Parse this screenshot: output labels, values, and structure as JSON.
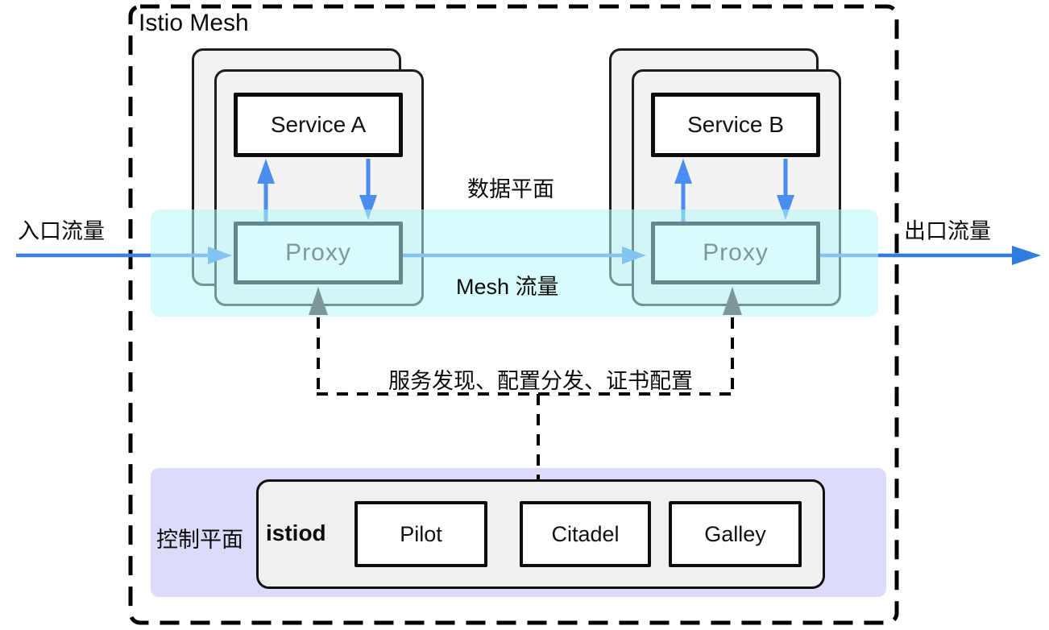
{
  "diagram_title": "Istio Mesh",
  "labels": {
    "ingress": "入口流量",
    "egress": "出口流量",
    "data_plane": "数据平面",
    "mesh_traffic": "Mesh 流量",
    "control_plane": "控制平面",
    "control_functions": "服务发现、配置分发、证书配置"
  },
  "pods": [
    {
      "service": "Service A",
      "proxy": "Proxy"
    },
    {
      "service": "Service B",
      "proxy": "Proxy"
    }
  ],
  "control_plane": {
    "istiod": "istiod",
    "components": [
      "Pilot",
      "Citadel",
      "Galley"
    ]
  },
  "colors": {
    "traffic_blue": "#3b7ee6",
    "traffic_blue_out": "#2f7de1",
    "traffic_blue_light": "#85c4f2",
    "service_arrow_blue": "#4b8ef0",
    "control_arrow_gray": "#7d969b",
    "proxy_border": "#64878e",
    "proxy_text": "#7e979e",
    "data_plane_band": "#d7fafa",
    "control_plane_bg": "#dcdcfa",
    "pod_fill": "#f2f2f2",
    "istiod_fill": "#f0f0f0",
    "dashed_border": "#000000"
  }
}
